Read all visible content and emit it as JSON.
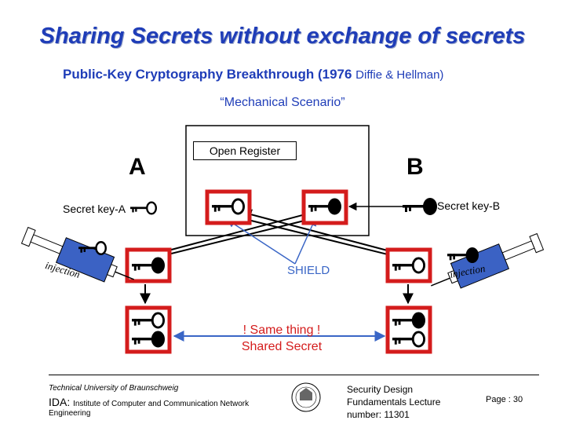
{
  "title": "Sharing Secrets without exchange of secrets",
  "subtitle": {
    "main": "Public-Key Cryptography Breakthrough",
    "year": "(1976",
    "authors": "Diffie & Hellman)"
  },
  "scenario": "“Mechanical Scenario”",
  "register_label": "Open Register",
  "party_a": "A",
  "party_b": "B",
  "secret_key_a": "Secret key-A",
  "secret_key_b": "Secret key-B",
  "injection_label": "injection",
  "shield_label": "SHIELD",
  "same_thing": "! Same thing !",
  "shared_secret": "Shared Secret",
  "footer": {
    "university": "Technical University of Braunschweig",
    "ida": "IDA:",
    "institute": "Institute of Computer and Communication Network",
    "engineering": "Engineering",
    "course_line1": "Security Design",
    "course_line2": "Fundamentals Lecture",
    "course_line3": "number: 11301",
    "page": "Page : 30"
  },
  "colors": {
    "title_blue": "#1f3db8",
    "box_red": "#d41c1c",
    "shield_blue": "#3a66c6",
    "syringe_blue": "#3b62c4"
  },
  "icons": [
    "key-icon",
    "syringe-icon",
    "university-seal-icon"
  ]
}
